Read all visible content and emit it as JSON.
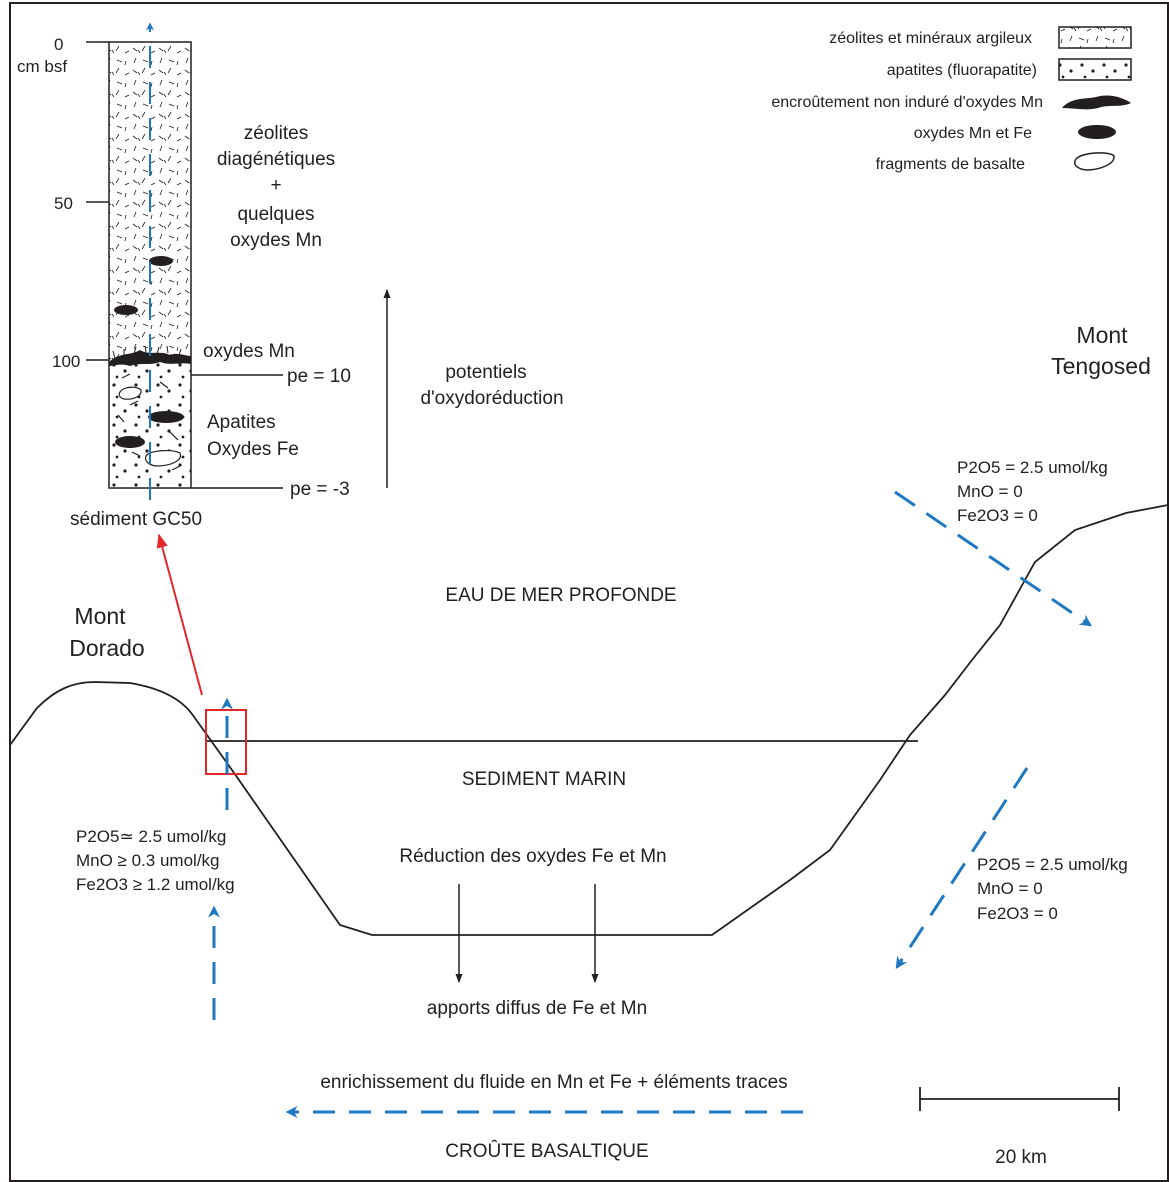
{
  "colors": {
    "ink": "#231f20",
    "flow_blue": "#1f78c2",
    "highlight_red": "#e3262a"
  },
  "legend": [
    {
      "label": "zéolites et minéraux argileux",
      "symbol": "dashes-box"
    },
    {
      "label": "apatites (fluorapatite)",
      "symbol": "dots-box"
    },
    {
      "label": "encroûtement non induré d'oxydes Mn",
      "symbol": "mn-crust"
    },
    {
      "label": "oxydes Mn et Fe",
      "symbol": "black-ellipse"
    },
    {
      "label": "fragments de basalte",
      "symbol": "basalt-fragment"
    }
  ],
  "core": {
    "depth_ticks": [
      "0",
      "50",
      "100"
    ],
    "depth_unit": "cm bsf",
    "upper_lines": [
      "zéolites",
      "diagénétiques",
      "+",
      "quelques",
      "oxydes Mn"
    ],
    "mn_label": "oxydes Mn",
    "lower_lines": [
      "Apatites",
      "Oxydes Fe"
    ],
    "pe_top": "pe = 10",
    "pe_bottom": "pe = -3",
    "redox_lines": [
      "potentiels",
      "d'oxydoréduction"
    ],
    "name": "sédiment GC50"
  },
  "section": {
    "mont_dorado": [
      "Mont",
      "Dorado"
    ],
    "mont_tengosed": [
      "Mont",
      "Tengosed"
    ],
    "seawater": "EAU DE MER PROFONDE",
    "sediment": "SEDIMENT MARIN",
    "reduction": "Réduction des oxydes Fe et Mn",
    "diffuse": "apports diffus de Fe et Mn",
    "enrichment": "enrichissement du fluide en Mn et Fe + éléments traces",
    "crust": "CROÛTE BASALTIQUE",
    "scale_label": "20 km"
  },
  "fluids": {
    "tengosed_top": [
      "P2O5 = 2.5 umol/kg",
      "MnO = 0",
      "Fe2O3 = 0"
    ],
    "tengosed_bottom": [
      "P2O5 = 2.5 umol/kg",
      "MnO = 0",
      "Fe2O3 = 0"
    ],
    "dorado": [
      "P2O5≃ 2.5 umol/kg",
      "MnO ≥ 0.3 umol/kg",
      "Fe2O3 ≥ 1.2 umol/kg"
    ]
  }
}
